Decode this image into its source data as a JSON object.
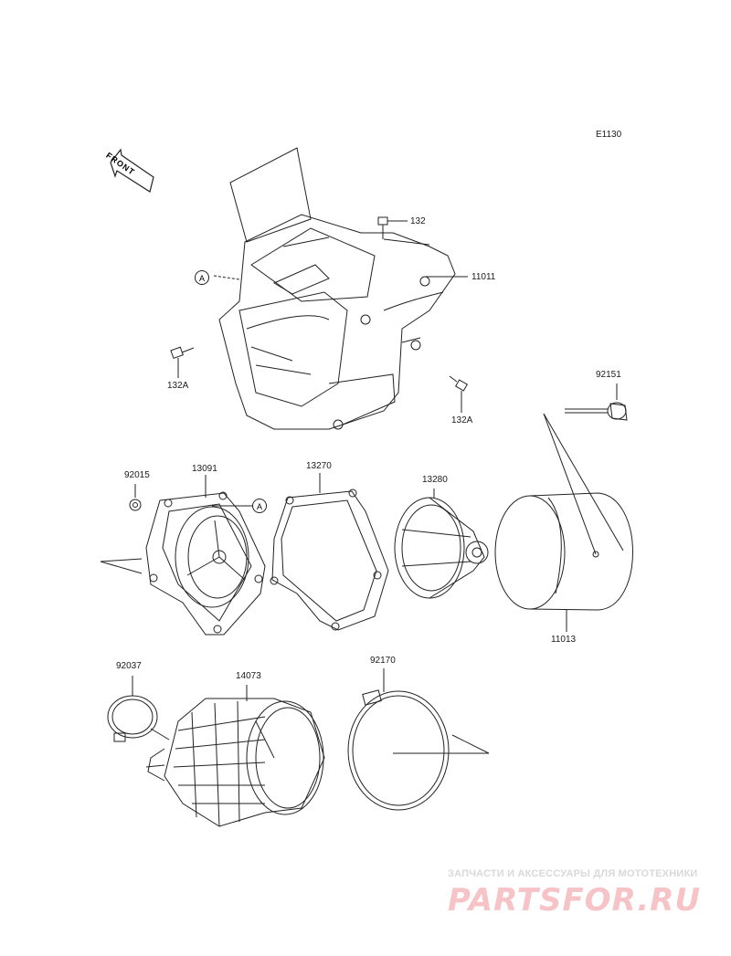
{
  "diagram": {
    "code": "E1130",
    "front_label": "FRONT",
    "callout_marker": "A",
    "parts": [
      {
        "id": "p132",
        "label": "132"
      },
      {
        "id": "p11011",
        "label": "11011"
      },
      {
        "id": "p132a_left",
        "label": "132A"
      },
      {
        "id": "p132a_right",
        "label": "132A"
      },
      {
        "id": "p92151",
        "label": "92151"
      },
      {
        "id": "p92015",
        "label": "92015"
      },
      {
        "id": "p13091",
        "label": "13091"
      },
      {
        "id": "p13270",
        "label": "13270"
      },
      {
        "id": "p13280",
        "label": "13280"
      },
      {
        "id": "p11013",
        "label": "11013"
      },
      {
        "id": "p92037",
        "label": "92037"
      },
      {
        "id": "p14073",
        "label": "14073"
      },
      {
        "id": "p92170",
        "label": "92170"
      }
    ]
  },
  "watermark": {
    "tagline": "ЗАПЧАСТИ И АКСЕССУАРЫ ДЛЯ МОТОТЕХНИКИ",
    "logo": "PARTSFOR.RU",
    "color": "#f6c3c6"
  }
}
